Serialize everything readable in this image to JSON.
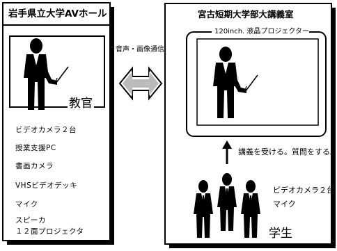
{
  "left_panel": {
    "title": "岩手県立大学AVホール",
    "role_label": "教官",
    "equipment": [
      "ビデオカメラ２台",
      "授業支援PC",
      "書画カメラ",
      "VHSビデオデッキ",
      "マイク",
      "スピーカ",
      "１２面プロジェクタ"
    ]
  },
  "link": {
    "label": "音声・画像通信"
  },
  "right_panel": {
    "title": "宮古短期大学部大講義室",
    "screen_label": "120inch. 液晶プロジェクター",
    "action_label": "講義を受ける。質問をする。",
    "role_label": "学生",
    "equipment": [
      "ビデオカメラ２台",
      "マイク"
    ]
  }
}
